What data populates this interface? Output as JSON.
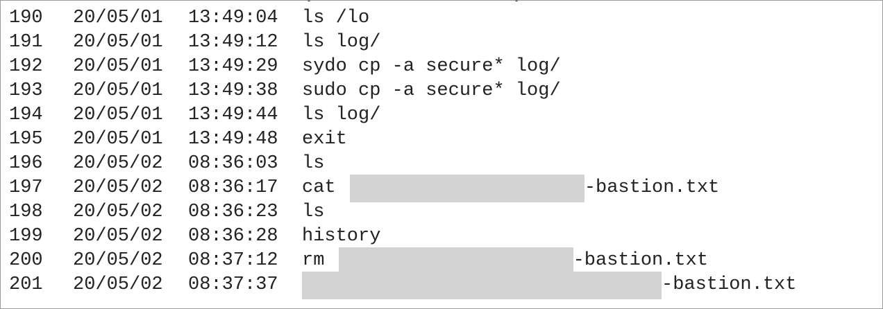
{
  "history": {
    "lines": [
      {
        "num": "190",
        "date": "20/05/01",
        "time": "13:49:04",
        "before": "ls /lo",
        "redacted": false,
        "after": ""
      },
      {
        "num": "191",
        "date": "20/05/01",
        "time": "13:49:12",
        "before": "ls log/",
        "redacted": false,
        "after": ""
      },
      {
        "num": "192",
        "date": "20/05/01",
        "time": "13:49:29",
        "before": "sydo cp -a secure* log/",
        "redacted": false,
        "after": ""
      },
      {
        "num": "193",
        "date": "20/05/01",
        "time": "13:49:38",
        "before": "sudo cp -a secure* log/",
        "redacted": false,
        "after": ""
      },
      {
        "num": "194",
        "date": "20/05/01",
        "time": "13:49:44",
        "before": "ls log/",
        "redacted": false,
        "after": ""
      },
      {
        "num": "195",
        "date": "20/05/01",
        "time": "13:49:48",
        "before": "exit",
        "redacted": false,
        "after": ""
      },
      {
        "num": "196",
        "date": "20/05/02",
        "time": "08:36:03",
        "before": "ls",
        "redacted": false,
        "after": ""
      },
      {
        "num": "197",
        "date": "20/05/02",
        "time": "08:36:17",
        "before": "cat ",
        "redacted": true,
        "after": "-bastion.txt"
      },
      {
        "num": "198",
        "date": "20/05/02",
        "time": "08:36:23",
        "before": "ls",
        "redacted": false,
        "after": ""
      },
      {
        "num": "199",
        "date": "20/05/02",
        "time": "08:36:28",
        "before": "history",
        "redacted": false,
        "after": ""
      },
      {
        "num": "200",
        "date": "20/05/02",
        "time": "08:37:12",
        "before": "rm ",
        "redacted": true,
        "after": "-bastion.txt"
      },
      {
        "num": "201",
        "date": "20/05/02",
        "time": "08:37:37",
        "before": "",
        "redacted": true,
        "after": "-bastion.txt"
      }
    ]
  },
  "colors": {
    "text": "#222222",
    "redaction": "#d3d3d3",
    "background": "#ffffff"
  }
}
